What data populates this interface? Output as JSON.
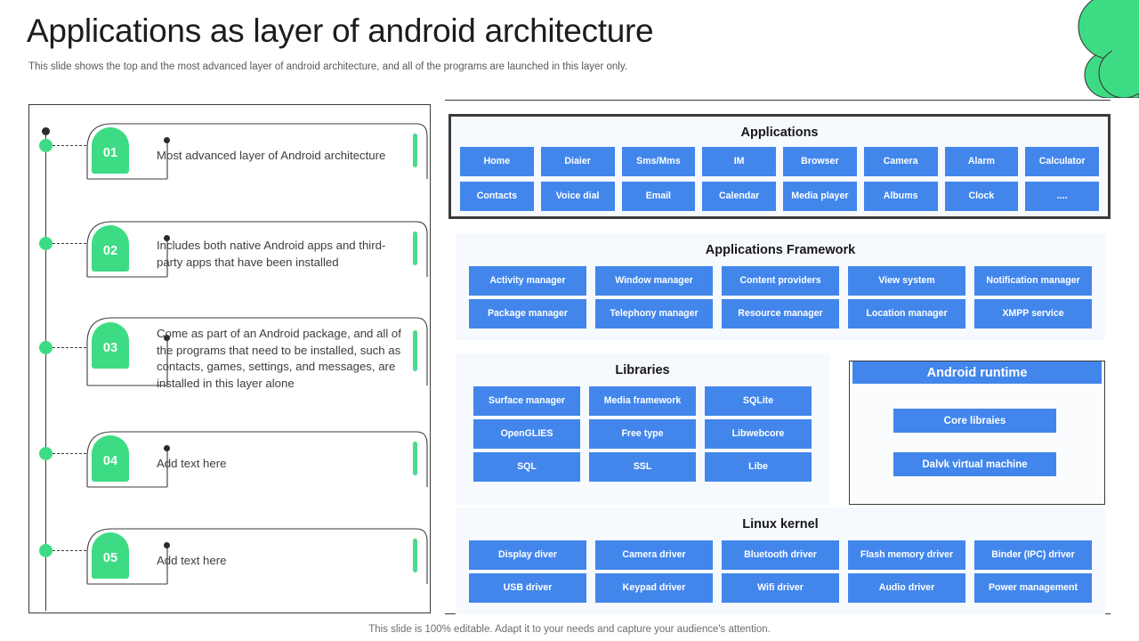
{
  "header": {
    "title": "Applications as layer of android architecture",
    "subtitle": "This slide shows the top and the most advanced layer of android architecture, and all of the programs are launched in this layer only."
  },
  "theme": {
    "green": "#3ddc84",
    "blue": "#4286ec",
    "dark": "#3b3b3b",
    "section_bg": "#f6f9fe"
  },
  "steps": [
    {
      "number": "01",
      "text": "Most advanced layer of Android  architecture"
    },
    {
      "number": "02",
      "text": "Includes both native Android  apps and third-party apps that have been installed"
    },
    {
      "number": "03",
      "text": "Come as part of an Android  package, and all of the programs that need to be installed, such as contacts, games, settings, and messages, are installed in this layer alone"
    },
    {
      "number": "04",
      "text": "Add text here"
    },
    {
      "number": "05",
      "text": "Add text here"
    }
  ],
  "architecture": {
    "applications": {
      "title": "Applications",
      "rows": [
        [
          "Home",
          "Diaier",
          "Sms/Mms",
          "IM",
          "Browser",
          "Camera",
          "Alarm",
          "Calculator"
        ],
        [
          "Contacts",
          "Voice dial",
          "Email",
          "Calendar",
          "Media player",
          "Albums",
          "Clock",
          "...."
        ]
      ]
    },
    "framework": {
      "title": "Applications Framework",
      "rows": [
        [
          "Activity manager",
          "Window manager",
          "Content providers",
          "View system",
          "Notification manager"
        ],
        [
          "Package manager",
          "Telephony manager",
          "Resource manager",
          "Location manager",
          "XMPP service"
        ]
      ]
    },
    "libraries": {
      "title": "Libraries",
      "rows": [
        [
          "Surface manager",
          "Media framework",
          "SQLite"
        ],
        [
          "OpenGLIES",
          "Free type",
          "Libwebcore"
        ],
        [
          "SQL",
          "SSL",
          "Libe"
        ]
      ]
    },
    "runtime": {
      "title": "Android runtime",
      "items": [
        "Core libraies",
        "Dalvk virtual machine"
      ]
    },
    "kernel": {
      "title": "Linux kernel",
      "rows": [
        [
          "Display  diver",
          "Camera driver",
          "Bluetooth driver",
          "Flash memory driver",
          "Binder (IPC) driver"
        ],
        [
          "USB driver",
          "Keypad  driver",
          "Wifi  driver",
          "Audio driver",
          "Power management"
        ]
      ]
    }
  },
  "footer": {
    "note": "This slide is 100% editable. Adapt it to your needs and capture your audience's attention."
  }
}
